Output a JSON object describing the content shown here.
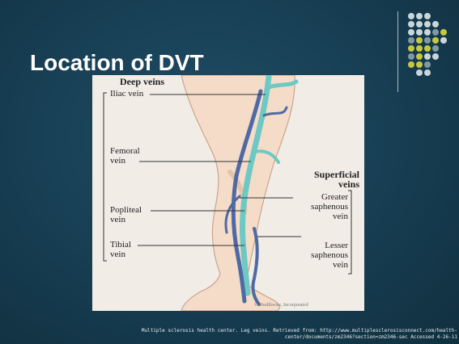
{
  "slide": {
    "title": "Location of DVT",
    "citation_line1": "Multiple sclerosis health center. Leg veins. Retrieved from: http://www.multiplesclerosisconnect.com/health-",
    "citation_line2": "center/documents/zm2346?section=zm2346-sec  Accessed 4-26-11"
  },
  "figure": {
    "deep_header": "Deep veins",
    "iliac": "Iliac vein",
    "femoral_line1": "Femoral",
    "femoral_line2": "vein",
    "popliteal_line1": "Popliteal",
    "popliteal_line2": "vein",
    "tibial_line1": "Tibial",
    "tibial_line2": "vein",
    "superficial_line1": "Superficial",
    "superficial_line2": "veins",
    "greater_line1": "Greater",
    "greater_line2": "saphenous",
    "greater_line3": "vein",
    "lesser_line1": "Lesser",
    "lesser_line2": "saphenous",
    "lesser_line3": "vein",
    "copyright": "© Healthwise, Incorporated"
  },
  "decor": {
    "dot_colors": [
      "#c9d6da",
      "#c8c83a",
      "#7f9aa2"
    ]
  }
}
